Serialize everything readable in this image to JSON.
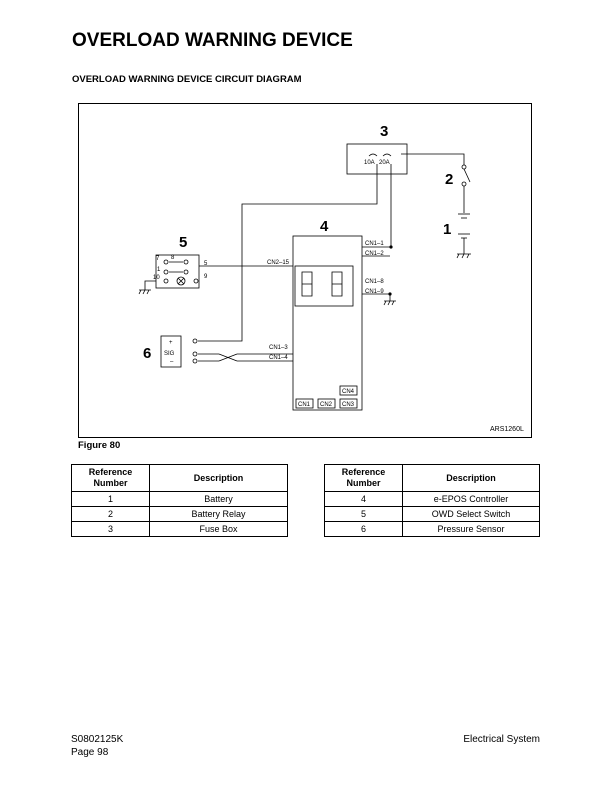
{
  "page": {
    "title": "OVERLOAD WARNING DEVICE",
    "subtitle": "OVERLOAD WARNING DEVICE CIRCUIT DIAGRAM",
    "figure_caption": "Figure 80"
  },
  "diagram": {
    "code": "ARS1260L",
    "callouts": {
      "c1": "1",
      "c2": "2",
      "c3": "3",
      "c4": "4",
      "c5": "5",
      "c6": "6"
    },
    "fuse_labels": {
      "f10": "10A",
      "f20": "20A"
    },
    "switch_pins": {
      "p7": "7",
      "p8": "8",
      "p1": "1",
      "p10": "10",
      "p5": "5",
      "p9": "9"
    },
    "sensor_pins": {
      "plus": "+",
      "sig": "SIG",
      "minus": "–"
    },
    "connectors": {
      "cn1_1": "CN1–1",
      "cn1_2": "CN1–2",
      "cn1_8": "CN1–8",
      "cn1_9": "CN1–9",
      "cn2_15": "CN2–15",
      "cn1_3": "CN1–3",
      "cn1_4": "CN1–4",
      "cn4": "CN4",
      "cn1": "CN1",
      "cn2": "CN2",
      "cn3": "CN3"
    }
  },
  "tables": {
    "headers": {
      "ref": "Reference Number",
      "desc": "Description"
    },
    "left": [
      {
        "ref": "1",
        "desc": "Battery"
      },
      {
        "ref": "2",
        "desc": "Battery Relay"
      },
      {
        "ref": "3",
        "desc": "Fuse Box"
      }
    ],
    "right": [
      {
        "ref": "4",
        "desc": "e-EPOS Controller"
      },
      {
        "ref": "5",
        "desc": "OWD Select Switch"
      },
      {
        "ref": "6",
        "desc": "Pressure Sensor"
      }
    ]
  },
  "footer": {
    "doc_number": "S0802125K",
    "page": "Page 98",
    "section": "Electrical System"
  }
}
